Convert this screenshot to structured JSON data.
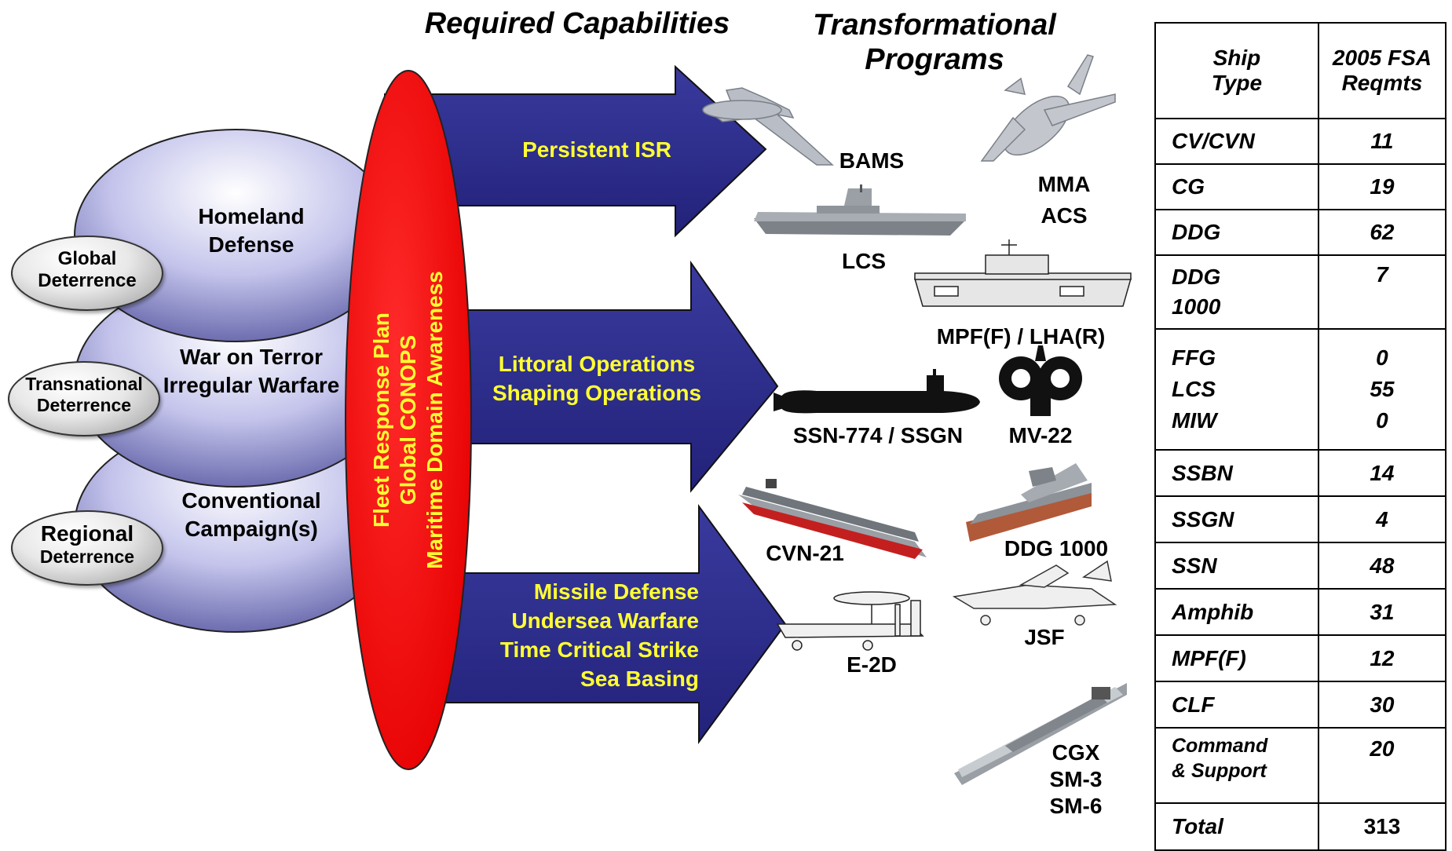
{
  "headers": {
    "required_capabilities": "Required Capabilities",
    "transformational_line1": "Transformational",
    "transformational_line2": "Programs"
  },
  "missions": [
    {
      "line1": "Homeland",
      "line2": "Defense"
    },
    {
      "line1": "War on Terror",
      "line2": "Irregular Warfare"
    },
    {
      "line1": "Conventional",
      "line2": "Campaign(s)"
    }
  ],
  "deterrence": [
    {
      "line1": "Global",
      "line2": "Deterrence"
    },
    {
      "line1": "Transnational",
      "line2": "Deterrence"
    },
    {
      "line1": "Regional",
      "line2": "Deterrence"
    }
  ],
  "red_ellipse": {
    "line1": "Fleet Response Plan",
    "line2": "Global CONOPS",
    "line3": "Maritime Domain Awareness"
  },
  "capabilities": {
    "arrow1": [
      "Persistent ISR"
    ],
    "arrow2": [
      "Littoral Operations",
      "Shaping Operations"
    ],
    "arrow3": [
      "Missile Defense",
      "Undersea Warfare",
      "Time Critical Strike",
      "Sea Basing"
    ]
  },
  "programs": {
    "bams": "BAMS",
    "mma": "MMA",
    "acs": "ACS",
    "lcs": "LCS",
    "mpf_lha": "MPF(F) / LHA(R)",
    "ssn_ssgn": "SSN-774 / SSGN",
    "mv22": "MV-22",
    "cvn21": "CVN-21",
    "ddg1000": "DDG 1000",
    "e2d": "E-2D",
    "jsf": "JSF",
    "cgx": "CGX",
    "sm3": "SM-3",
    "sm6": "SM-6"
  },
  "table": {
    "header": {
      "col1_line1": "Ship",
      "col1_line2": "Type",
      "col2_line1": "2005 FSA",
      "col2_line2": "Reqmts"
    },
    "rows": [
      {
        "type": "CV/CVN",
        "value": "11"
      },
      {
        "type": "CG",
        "value": "19"
      },
      {
        "type": "DDG",
        "value": "62"
      },
      {
        "type_line1": "DDG",
        "type_line2": "1000",
        "value": "7"
      },
      {
        "types": [
          "FFG",
          "LCS",
          "MIW"
        ],
        "values": [
          "0",
          "55",
          "0"
        ]
      },
      {
        "type": "SSBN",
        "value": "14"
      },
      {
        "type": "SSGN",
        "value": "4"
      },
      {
        "type": "SSN",
        "value": "48"
      },
      {
        "type": "Amphib",
        "value": "31"
      },
      {
        "type": "MPF(F)",
        "value": "12"
      },
      {
        "type": "CLF",
        "value": "30"
      },
      {
        "type_line1": "Command",
        "type_line2": "& Support",
        "value": "20"
      },
      {
        "type": "Total",
        "value": "313"
      }
    ]
  },
  "colors": {
    "arrow_fill": "#2e2e8c",
    "red_ellipse": "#ff0000",
    "capability_text": "#ffff33",
    "mission_ellipse": "#b8b8e6"
  }
}
